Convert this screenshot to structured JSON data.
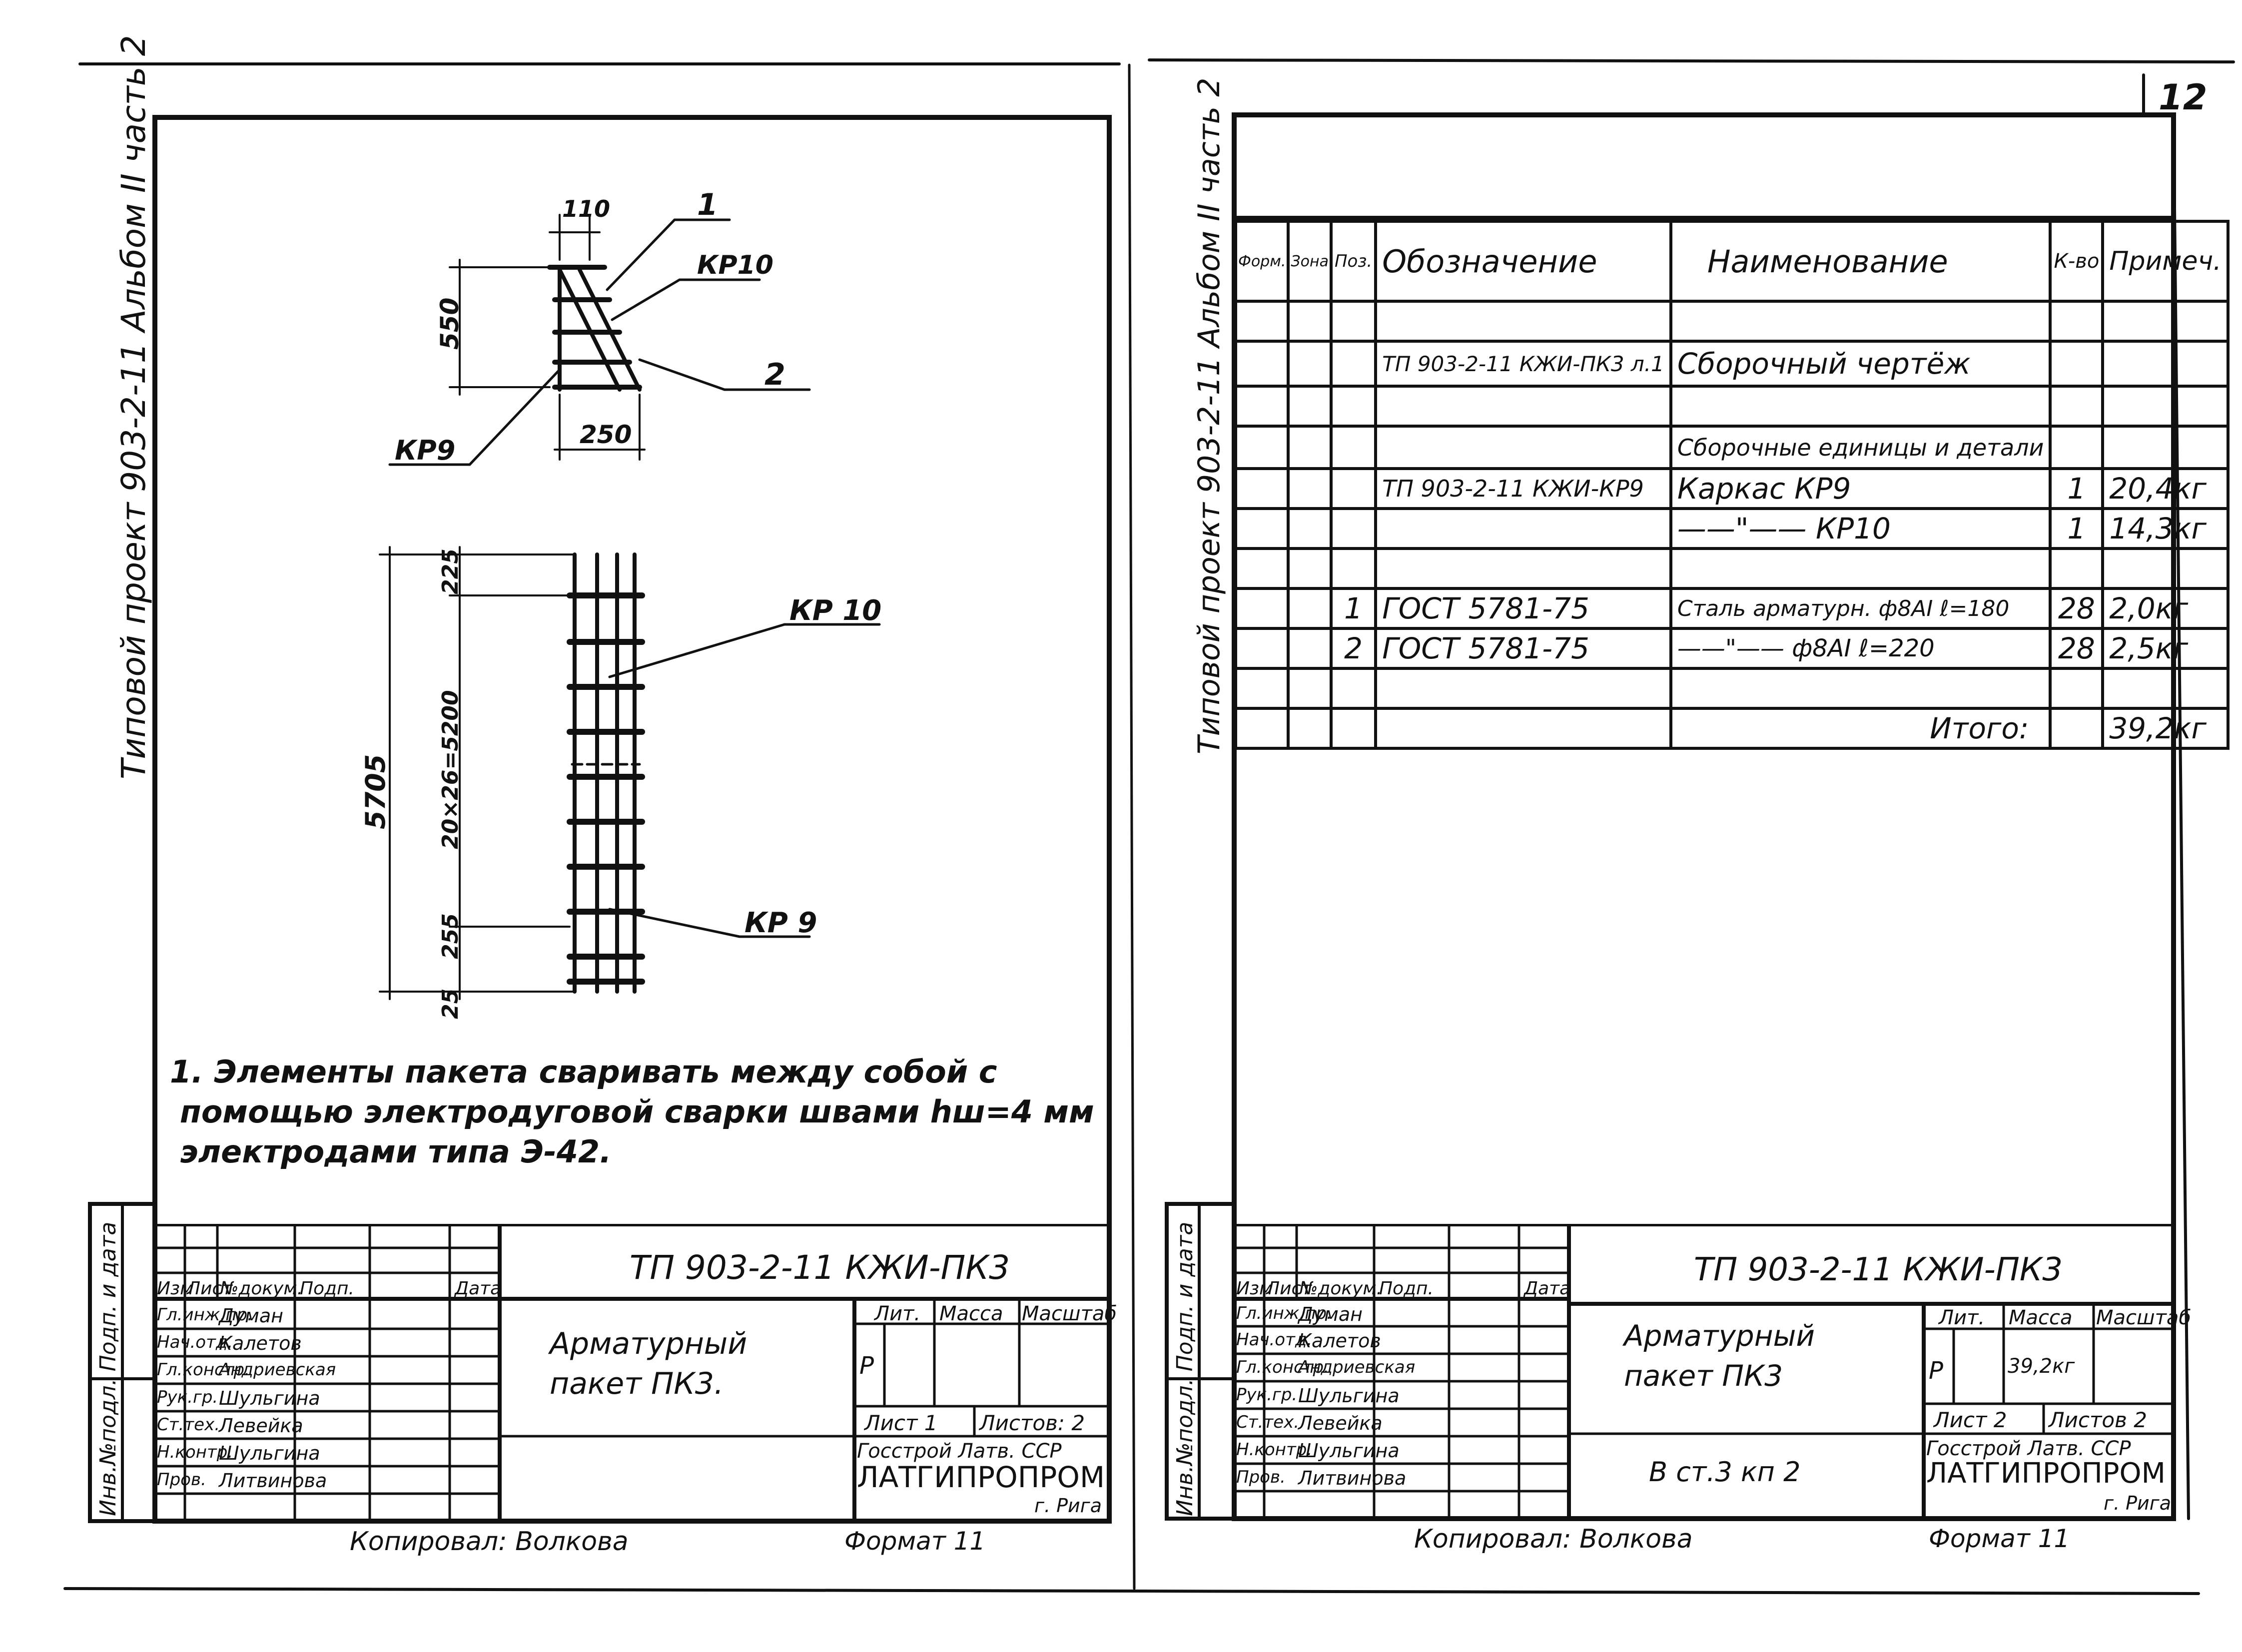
{
  "page_number": "12",
  "left_sheet": {
    "side_label": "Типовой проект 903-2-11 Альбом II часть 2",
    "drawing_top": {
      "dim_110": "110",
      "dim_550": "550",
      "dim_250": "250",
      "callout_1": "1",
      "callout_2": "2",
      "callout_kp10": "КР10",
      "callout_kp9": "КР9"
    },
    "drawing_bottom": {
      "dim_5705": "5705",
      "dim_225": "225",
      "dim_spacing": "20×26=5200",
      "dim_255": "255",
      "dim_25": "25",
      "callout_kp10": "КР 10",
      "callout_kp9": "КР 9"
    },
    "note": {
      "line1": "1. Элементы  пакета  сваривать  между  собой  с",
      "line2": "помощью  электродуговой  сварки  швами  hш=4 мм",
      "line3": "электродами  типа  Э-42."
    },
    "title_block": {
      "code": "ТП  903-2-11  КЖИ-ПК3",
      "head": [
        "Изм",
        "Лист",
        "№докум.",
        "Подп.",
        "Дата"
      ],
      "rows": [
        [
          "Гл.инж.пр.",
          "Думан"
        ],
        [
          "Нач.отд.",
          "Калетов"
        ],
        [
          "Гл.констр.",
          "Андриевская"
        ],
        [
          "Рук.гр.",
          "Шульгина"
        ],
        [
          "Ст.тех.",
          "Левейка"
        ],
        [
          "Н.контр.",
          "Шульгина"
        ],
        [
          "Пров.",
          "Литвинова"
        ]
      ],
      "name_line1": "Арматурный",
      "name_line2": "пакет  ПК3.",
      "lit": "Лит.",
      "mass": "Масса",
      "scale": "Масштаб",
      "lit_value": "Р",
      "sheet": "Лист 1",
      "sheets": "Листов: 2",
      "org1": "Госстрой Латв. ССР",
      "org2": "ЛАТГИПРОПРОМ",
      "org3": "г. Рига",
      "stamp_side": "Инв.№подл.  Подп. и дата"
    },
    "copied": "Копировал: Волкова",
    "format": "Формат 11"
  },
  "right_sheet": {
    "side_label": "Типовой проект 903-2-11 Альбом II часть 2",
    "spec": {
      "headers": [
        "Форм.",
        "Зона",
        "Поз.",
        "Обозначение",
        "Наименование",
        "К-во",
        "Примеч."
      ],
      "rows": [
        [
          "",
          "",
          "",
          "",
          "",
          "",
          ""
        ],
        [
          "",
          "",
          "",
          "ТП 903-2-11 КЖИ-ПК3 л.1",
          "Сборочный чертёж",
          "",
          ""
        ],
        [
          "",
          "",
          "",
          "",
          "",
          "",
          ""
        ],
        [
          "",
          "",
          "",
          "",
          "Сборочные единицы и детали",
          "",
          ""
        ],
        [
          "",
          "",
          "",
          "ТП 903-2-11 КЖИ-КР9",
          "Каркас  КР9",
          "1",
          "20,4кг"
        ],
        [
          "",
          "",
          "",
          "",
          "——\"—— КР10",
          "1",
          "14,3кг"
        ],
        [
          "",
          "",
          "",
          "",
          "",
          "",
          ""
        ],
        [
          "",
          "",
          "1",
          "ГОСТ 5781-75",
          "Сталь арматурн.  ф8АI  ℓ=180",
          "28",
          "2,0кг"
        ],
        [
          "",
          "",
          "2",
          "ГОСТ 5781-75",
          "——\"——  ф8АI  ℓ=220",
          "28",
          "2,5кг"
        ],
        [
          "",
          "",
          "",
          "",
          "",
          "",
          ""
        ],
        [
          "",
          "",
          "",
          "",
          "Итого:",
          "",
          "39,2кг"
        ]
      ]
    },
    "title_block": {
      "code": "ТП  903-2-11  КЖИ-ПК3",
      "head": [
        "Изм",
        "Лист",
        "№докум.",
        "Подп.",
        "Дата"
      ],
      "rows": [
        [
          "Гл.инж.пр.",
          "Думан"
        ],
        [
          "Нач.отд.",
          "Калетов"
        ],
        [
          "Гл.констр.",
          "Андриевская"
        ],
        [
          "Рук.гр.",
          "Шульгина"
        ],
        [
          "Ст.тех.",
          "Левейка"
        ],
        [
          "Н.контр.",
          "Шульгина"
        ],
        [
          "Пров.",
          "Литвинова"
        ]
      ],
      "name_line1": "Арматурный",
      "name_line2": "пакет  ПК3",
      "ref": "В ст.3 кп 2",
      "lit": "Лит.",
      "mass": "Масса",
      "scale": "Масштаб",
      "lit_value": "Р",
      "mass_value": "39,2кг",
      "sheet": "Лист 2",
      "sheets": "Листов 2",
      "org1": "Госстрой Латв. ССР",
      "org2": "ЛАТГИПРОПРОМ",
      "org3": "г. Рига",
      "stamp_side": "Инв.№подл.  Подп. и дата"
    },
    "copied": "Копировал: Волкова",
    "format": "Формат 11"
  }
}
